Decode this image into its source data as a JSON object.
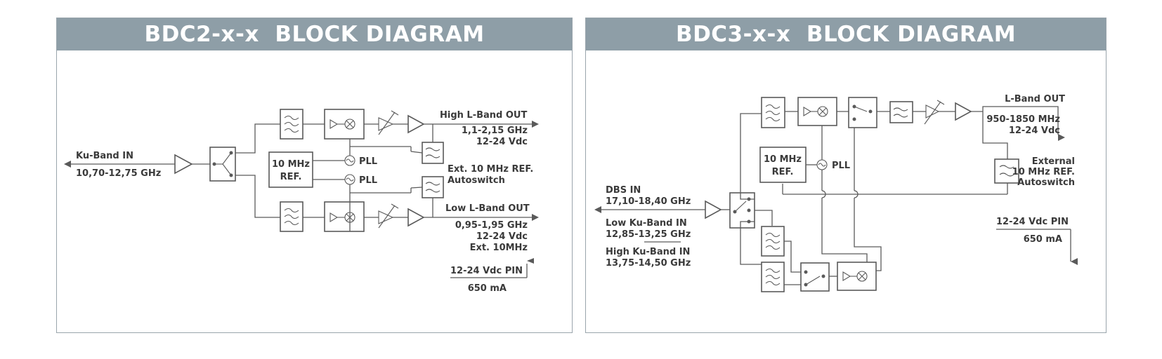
{
  "colors": {
    "header_bg": "#8e9ea7",
    "header_text": "#ffffff",
    "line": "#5a5a5a",
    "text": "#3a3a3a"
  },
  "bdc2": {
    "title": "BDC2-x-x  BLOCK DIAGRAM",
    "input_label": "Ku-Band",
    "input_strong": "IN",
    "input_freq": "10,70-12,75 GHz",
    "ref_line1": "10 MHz",
    "ref_line2": "REF.",
    "pll1": "PLL",
    "pll2": "PLL",
    "high_out_label": "High L-Band",
    "high_out_strong": "OUT",
    "high_out_freq": "1,1-2,15 GHz",
    "high_out_volt": "12-24 Vdc",
    "ext_ref_line1": "Ext. 10 MHz REF.",
    "ext_ref_line2": "Autoswitch",
    "low_out_label": "Low L-Band",
    "low_out_strong": "OUT",
    "low_out_freq": "0,95-1,95 GHz",
    "low_out_volt": "12-24 Vdc",
    "low_out_ext": "Ext. 10MHz",
    "pin_label": "12-24 Vdc",
    "pin_strong": "PIN",
    "pin_current": "650 mA"
  },
  "bdc3": {
    "title": "BDC3-x-x  BLOCK DIAGRAM",
    "dbs_label": "DBS",
    "dbs_strong": "IN",
    "dbs_freq": "17,10-18,40 GHz",
    "lowku_label": "Low Ku-Band",
    "lowku_strong": "IN",
    "lowku_freq": "12,85-13,25 GHz",
    "highku_label": "High Ku-Band",
    "highku_strong": "IN",
    "highku_freq": "13,75-14,50 GHz",
    "ref_line1": "10 MHz",
    "ref_line2": "REF.",
    "pll": "PLL",
    "out_label": "L-Band",
    "out_strong": "OUT",
    "out_freq": "950-1850 MHz",
    "out_volt": "12-24 Vdc",
    "ext_line1": "External",
    "ext_line2": "10 MHz REF.",
    "ext_line3": "Autoswitch",
    "pin_label": "12-24 Vdc",
    "pin_strong": "PIN",
    "pin_current": "650 mA"
  }
}
